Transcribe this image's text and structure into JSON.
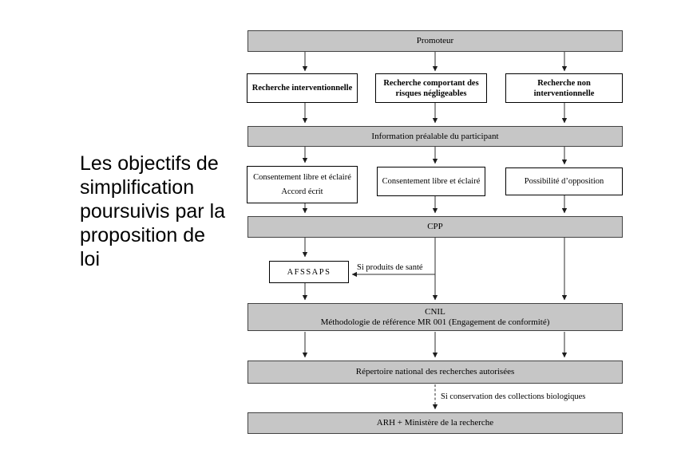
{
  "slide_title": {
    "lines": [
      "Les objectifs de",
      "simplification",
      "poursuivis par la",
      "proposition de",
      "loi"
    ]
  },
  "flowchart": {
    "promoteur_bar": "Promoteur",
    "research_boxes": [
      {
        "label": "Recherche interventionnelle"
      },
      {
        "label": "Recherche comportant des risques négligeables"
      },
      {
        "label": "Recherche non interventionnelle"
      }
    ],
    "information_bar": "Information préalable du participant",
    "consent_boxes": {
      "box1_line1": "Consentement libre et éclairé",
      "box1_line2": "Accord écrit",
      "box2": "Consentement libre et éclairé",
      "box3": "Possibilité d’opposition"
    },
    "cpp_bar": "CPP",
    "afssaps_box": "AFSSAPS",
    "si_produits_label": "Si produits de santé",
    "cnil_bar": {
      "line1": "CNIL",
      "line2": "Méthodologie de référence MR 001 (Engagement de conformité)"
    },
    "repertoire_bar": "Répertoire national des recherches autorisées",
    "si_conservation_label": "Si conservation des collections biologiques",
    "arh_bar": "ARH + Ministère de la recherche"
  },
  "colors": {
    "background": "#ffffff",
    "bar_fill": "#c6c6c6",
    "bar_border": "#424242",
    "box_border": "#000000",
    "connector": "#2e2e2e",
    "text": "#000000"
  }
}
